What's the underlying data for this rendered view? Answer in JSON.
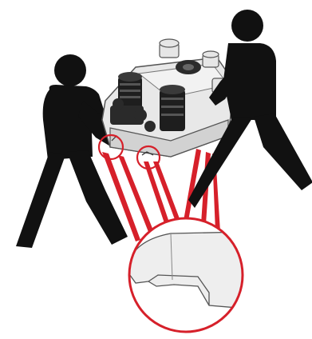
{
  "illustration": {
    "figures": [
      "person-left",
      "person-right"
    ],
    "object": "pump-unit",
    "highlight_color": "#d6202a",
    "figure_color": "#111111",
    "unit_body_color": "#e8e8e8"
  }
}
